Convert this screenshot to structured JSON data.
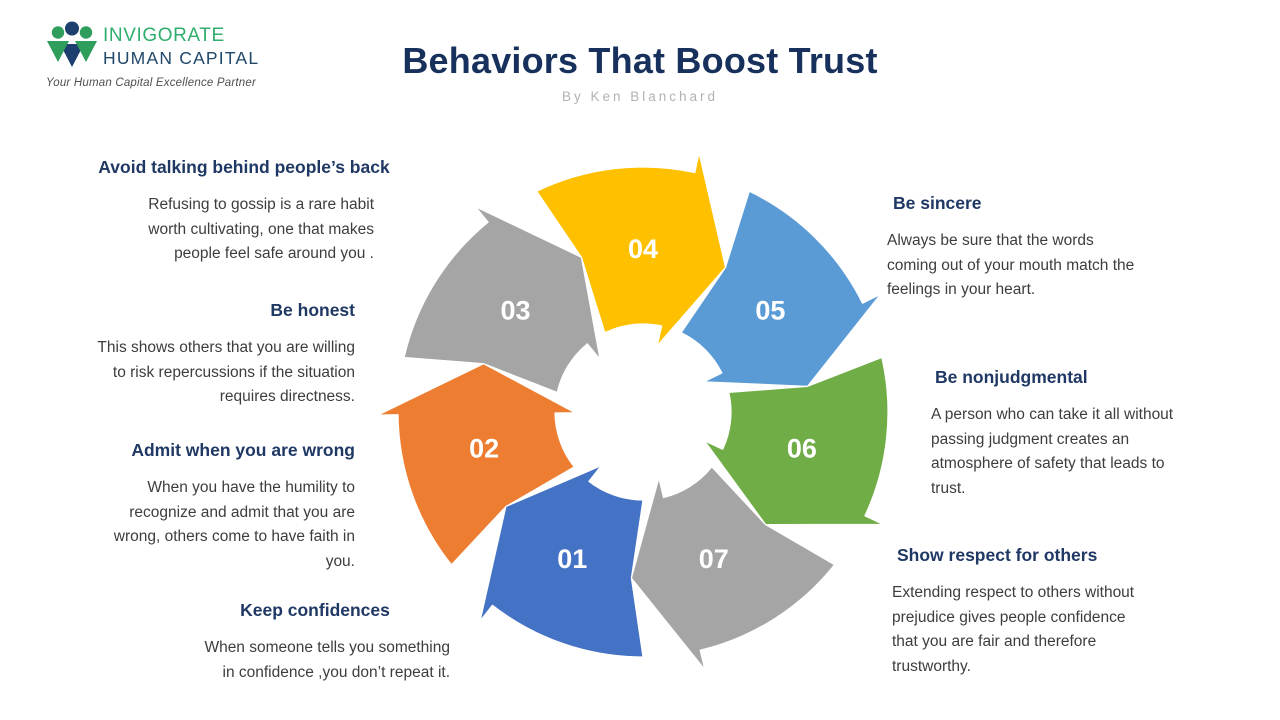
{
  "logo": {
    "line1": "INVIGORATE",
    "line2": "HUMAN CAPITAL",
    "tagline": "Your Human Capital Excellence Partner",
    "colors": {
      "green": "#2fae6d",
      "navy": "#1d3f6e"
    }
  },
  "header": {
    "title": "Behaviors That Boost Trust",
    "subtitle": "By Ken Blanchard"
  },
  "diagram": {
    "label_color": "#ffffff",
    "segments": [
      {
        "num": "01",
        "color": "#4472C4"
      },
      {
        "num": "02",
        "color": "#ED7D31"
      },
      {
        "num": "03",
        "color": "#A5A5A5"
      },
      {
        "num": "04",
        "color": "#FFC000"
      },
      {
        "num": "05",
        "color": "#5B9BD5"
      },
      {
        "num": "06",
        "color": "#70AD47"
      },
      {
        "num": "07",
        "color": "#A5A5A5"
      }
    ]
  },
  "blocks": [
    {
      "title": "Avoid talking behind people’s back",
      "text": "Refusing to gossip is a rare habit\nworth cultivating, one that makes\npeople feel safe around you ."
    },
    {
      "title": "Be honest",
      "text": "This shows others that you are willing\nto risk repercussions if the situation\nrequires directness."
    },
    {
      "title": "Admit when you are wrong",
      "text": "When you have the humility to\nrecognize and admit that you are\nwrong, others come to have faith in\nyou."
    },
    {
      "title": "Keep confidences",
      "text": "When someone tells you something\nin confidence ,you don’t repeat it."
    },
    {
      "title": "Be sincere",
      "text": "Always be sure that the words\ncoming out of your mouth match the\nfeelings in your heart."
    },
    {
      "title": "Be nonjudgmental",
      "text": "A person who can take it all without\npassing judgment creates an\natmosphere of safety that leads to\ntrust."
    },
    {
      "title": "Show respect for others",
      "text": "Extending respect to others without\nprejudice gives people confidence\nthat you are fair and therefore\ntrustworthy."
    }
  ]
}
